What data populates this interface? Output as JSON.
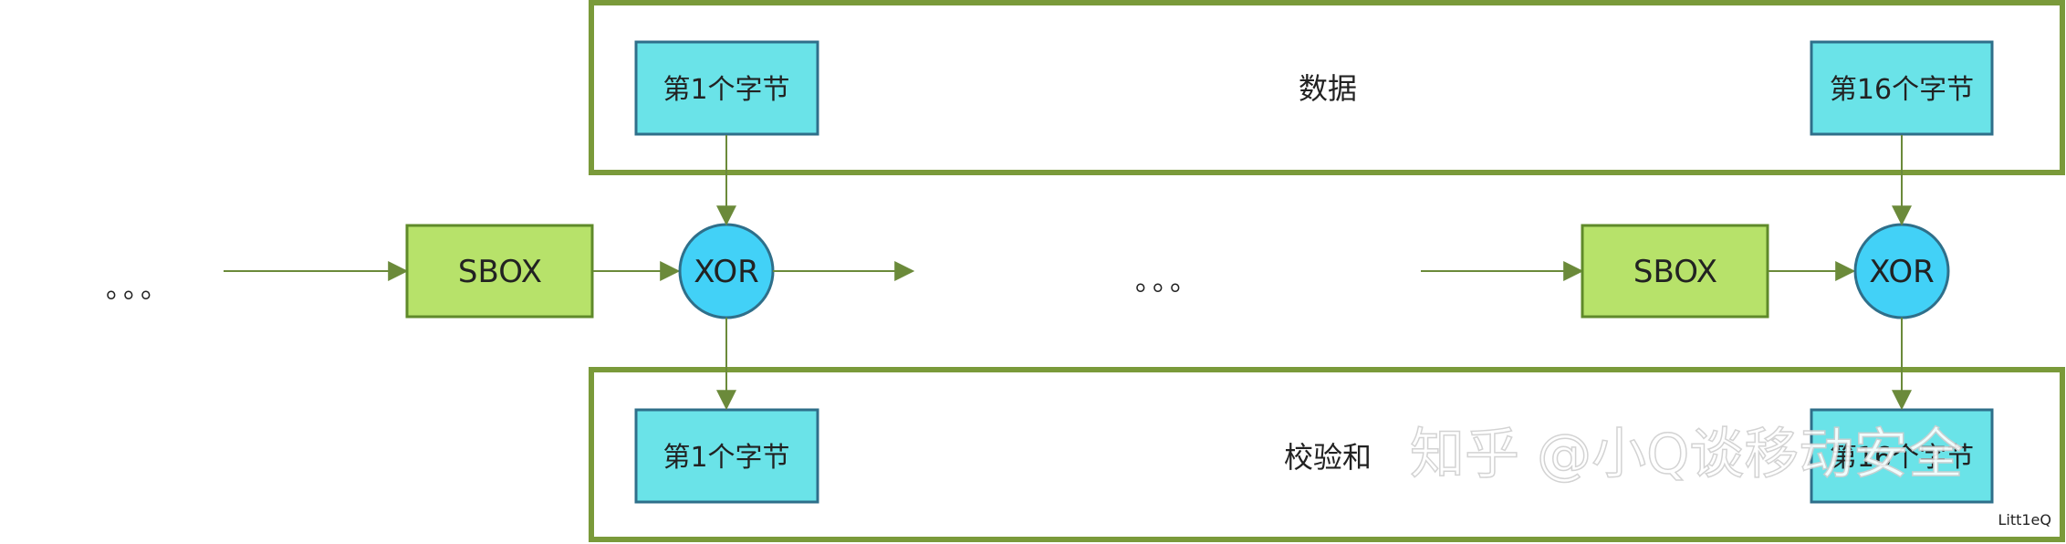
{
  "data_group": {
    "title": "数据",
    "first_byte": "第1个字节",
    "last_byte": "第16个字节"
  },
  "checksum_group": {
    "title": "校验和",
    "first_byte": "第1个字节",
    "last_byte": "第16个字节"
  },
  "chain": {
    "ellipsis_left": "。。。",
    "ellipsis_mid": "。。。",
    "sbox_left": "SBOX",
    "xor_left": "XOR",
    "sbox_right": "SBOX",
    "xor_right": "XOR"
  },
  "watermark": {
    "text": "知乎 @小Q谈移动安全",
    "signature": "Litt1eQ"
  },
  "colors": {
    "group_border": "#7a9a3a",
    "byte_box_fill": "#6ae3e8",
    "byte_box_stroke": "#2f6f8a",
    "sbox_fill": "#b7e26a",
    "sbox_stroke": "#5f8a2a",
    "xor_fill": "#42d1f7",
    "xor_stroke": "#2f6f8a",
    "arrow": "#6b8a3a"
  }
}
